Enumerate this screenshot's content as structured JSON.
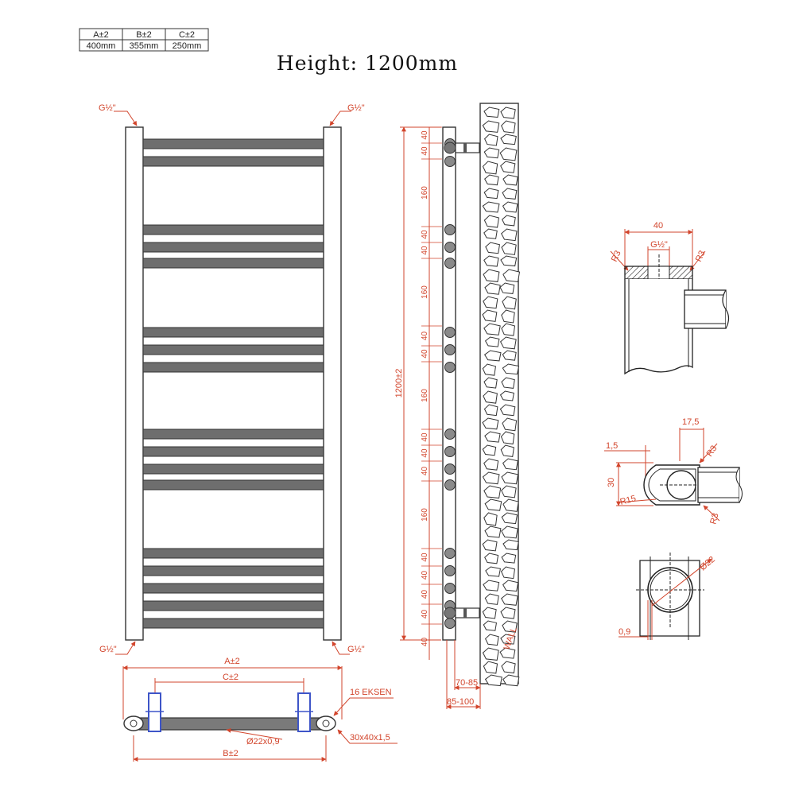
{
  "title": "Height: 1200mm",
  "spec_table": {
    "headers": [
      "A±2",
      "B±2",
      "C±2"
    ],
    "values": [
      "400mm",
      "355mm",
      "250mm"
    ]
  },
  "front_view": {
    "inlet_top_left": "G½\"",
    "inlet_top_right": "G½\"",
    "inlet_bottom_left": "G½\"",
    "inlet_bottom_right": "G½\""
  },
  "top_view": {
    "width_a": "A±2",
    "centers_c": "C±2",
    "width_b": "B±2",
    "axis_label": "16 EKSEN",
    "bar_size": "Ø22x0,9",
    "rail_profile": "30x40x1,5"
  },
  "side_view": {
    "total_height": "1200±2",
    "spacings": [
      "40",
      "40",
      "160",
      "40",
      "40",
      "160",
      "40",
      "40",
      "160",
      "40",
      "40",
      "40",
      "160",
      "40",
      "40",
      "40",
      "40",
      "40"
    ],
    "wall_label": "WALL",
    "gap_wall": "70-85",
    "gap_total": "85-100"
  },
  "detail_top": {
    "width": "40",
    "thread": "G½\"",
    "radius_left": "R3",
    "radius_right": "R3"
  },
  "detail_mid": {
    "wall": "1,5",
    "offset": "17,5",
    "height": "30",
    "radius_small_top": "R3",
    "radius_big": "R15",
    "radius_small_bottom": "R3"
  },
  "detail_bottom": {
    "diameter": "Ø22",
    "wall": "0,9"
  },
  "colors": {
    "dimension": "#d2452c",
    "outline": "#333333",
    "bar_fill": "#6e6e6e",
    "valve_blue": "#3e55c8"
  }
}
